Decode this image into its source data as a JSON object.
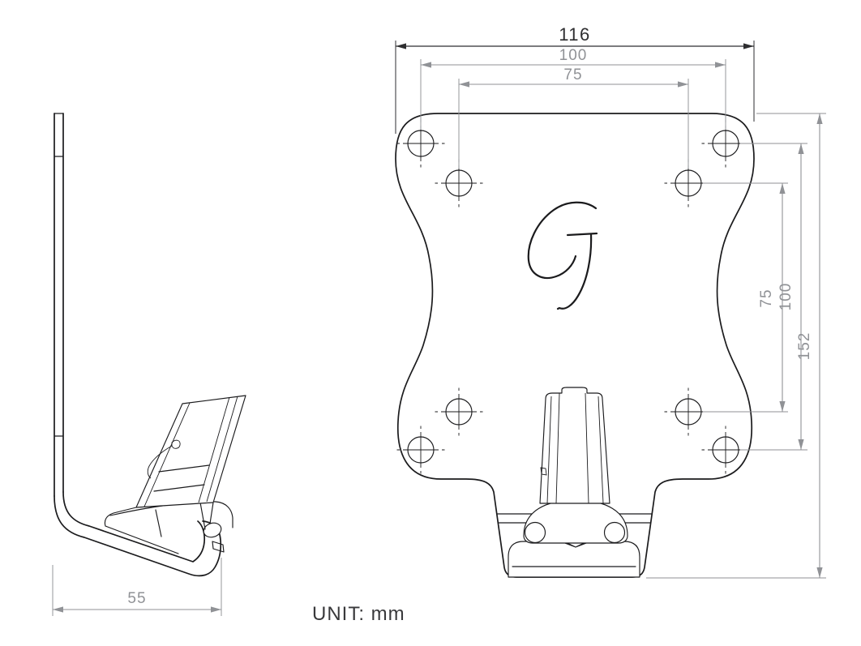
{
  "unit_note": "UNIT: mm",
  "logo": "G",
  "front_view": {
    "dim_width_overall": "116",
    "dim_width_vesa100": "100",
    "dim_width_vesa75": "75",
    "dim_height_vesa75": "75",
    "dim_height_vesa100": "100",
    "dim_height_overall": "152",
    "hole_count": 8
  },
  "side_view": {
    "dim_depth": "55"
  },
  "colors": {
    "line": "#1b1b1d",
    "dim": "#909296",
    "dim_dark": "#2e2e30",
    "text": "#39393b",
    "background": "#ffffff"
  }
}
